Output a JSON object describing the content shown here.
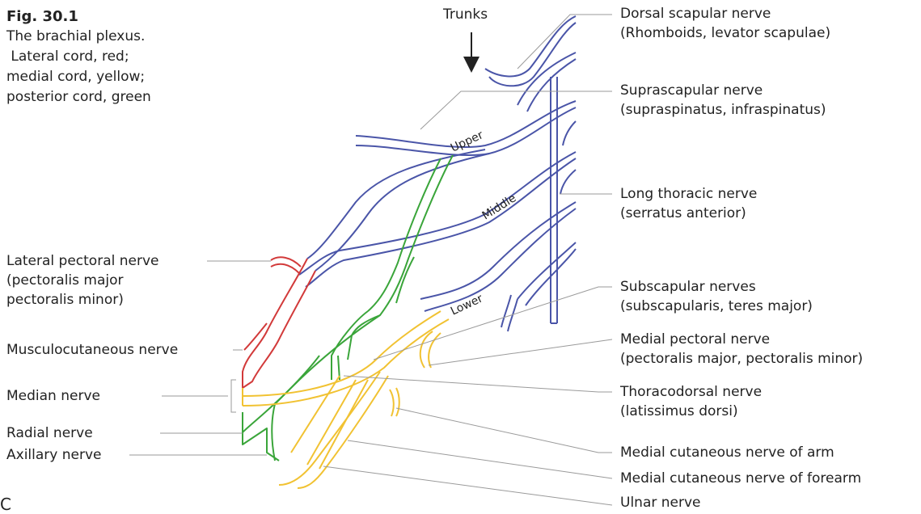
{
  "figure": {
    "number": "Fig. 30.1",
    "caption_lines": [
      "The brachial plexus.",
      " Lateral cord, red;",
      "medial cord, yellow;",
      "posterior cord, green"
    ]
  },
  "colors": {
    "lateral_cord": "#d23a3a",
    "medial_cord": "#f1c232",
    "posterior_cord": "#3aa53a",
    "roots_trunks": "#4a55a8",
    "leader_lines": "#9a9a9a",
    "text": "#222222"
  },
  "top_label": "Trunks",
  "trunk_labels": {
    "upper": "Upper",
    "middle": "Middle",
    "lower": "Lower"
  },
  "right_labels": {
    "dorsal_scapular": {
      "name": "Dorsal scapular nerve",
      "muscles": "(Rhomboids, levator scapulae)"
    },
    "suprascapular": {
      "name": "Suprascapular nerve",
      "muscles": "(supraspinatus, infraspinatus)"
    },
    "long_thoracic": {
      "name": "Long thoracic nerve",
      "muscles": "(serratus anterior)"
    },
    "subscapular": {
      "name": "Subscapular nerves",
      "muscles": "(subscapularis, teres major)"
    },
    "medial_pectoral": {
      "name": "Medial pectoral nerve",
      "muscles": "(pectoralis major, pectoralis minor)"
    },
    "thoracodorsal": {
      "name": "Thoracodorsal nerve",
      "muscles": "(latissimus dorsi)"
    },
    "medial_cutaneous_arm": {
      "name": "Medial cutaneous nerve of arm"
    },
    "medial_cutaneous_forearm": {
      "name": "Medial cutaneous nerve of forearm"
    },
    "ulnar": {
      "name": "Ulnar nerve"
    }
  },
  "left_labels": {
    "lateral_pectoral": {
      "name": "Lateral pectoral nerve",
      "line2": "(pectoralis major",
      "line3": "pectoralis minor)"
    },
    "musculocutaneous": {
      "name": "Musculocutaneous nerve"
    },
    "median": {
      "name": "Median nerve"
    },
    "radial": {
      "name": "Radial nerve"
    },
    "axillary": {
      "name": "Axillary nerve"
    }
  },
  "edge_fragment": "C"
}
